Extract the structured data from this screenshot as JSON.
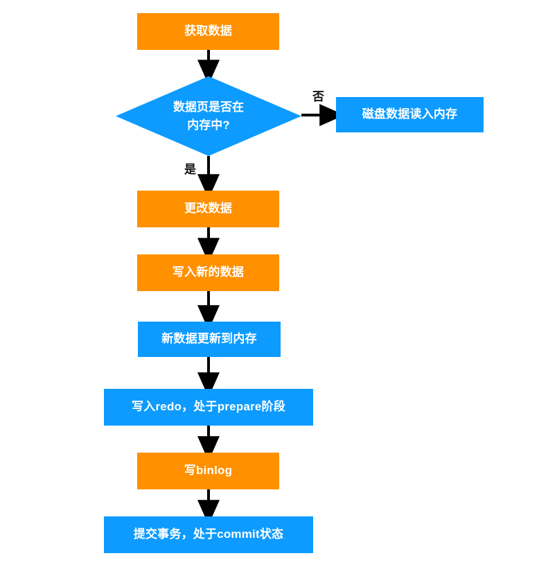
{
  "diagram": {
    "type": "flowchart",
    "title_text": "",
    "colors": {
      "orange": "#ff9000",
      "blue": "#0d9bff",
      "arrow": "#000000",
      "node_text": "#ffffff",
      "edge_label_text": "#111111",
      "background": "#ffffff"
    },
    "nodes": [
      {
        "id": "n1",
        "label": "获取数据",
        "shape": "rect",
        "color": "orange"
      },
      {
        "id": "n2",
        "label": "数据页是否在\n内存中?",
        "shape": "diamond",
        "color": "blue",
        "line1": "数据页是否在",
        "line2": "内存中?"
      },
      {
        "id": "n3",
        "label": "磁盘数据读入内存",
        "shape": "rect",
        "color": "blue"
      },
      {
        "id": "n4",
        "label": "更改数据",
        "shape": "rect",
        "color": "orange"
      },
      {
        "id": "n5",
        "label": "写入新的数据",
        "shape": "rect",
        "color": "orange"
      },
      {
        "id": "n6",
        "label": "新数据更新到内存",
        "shape": "rect",
        "color": "blue"
      },
      {
        "id": "n7",
        "label": "写入redo，处于prepare阶段",
        "shape": "rect",
        "color": "blue"
      },
      {
        "id": "n8",
        "label": "写binlog",
        "shape": "rect",
        "color": "orange"
      },
      {
        "id": "n9",
        "label": "提交事务，处于commit状态",
        "shape": "rect",
        "color": "blue"
      }
    ],
    "edges": [
      {
        "from": "n1",
        "to": "n2",
        "label": ""
      },
      {
        "from": "n2",
        "to": "n3",
        "label": "否"
      },
      {
        "from": "n2",
        "to": "n4",
        "label": "是"
      },
      {
        "from": "n4",
        "to": "n5",
        "label": ""
      },
      {
        "from": "n5",
        "to": "n6",
        "label": ""
      },
      {
        "from": "n6",
        "to": "n7",
        "label": ""
      },
      {
        "from": "n7",
        "to": "n8",
        "label": ""
      },
      {
        "from": "n8",
        "to": "n9",
        "label": ""
      }
    ],
    "edge_labels": {
      "no": "否",
      "yes": "是"
    }
  }
}
